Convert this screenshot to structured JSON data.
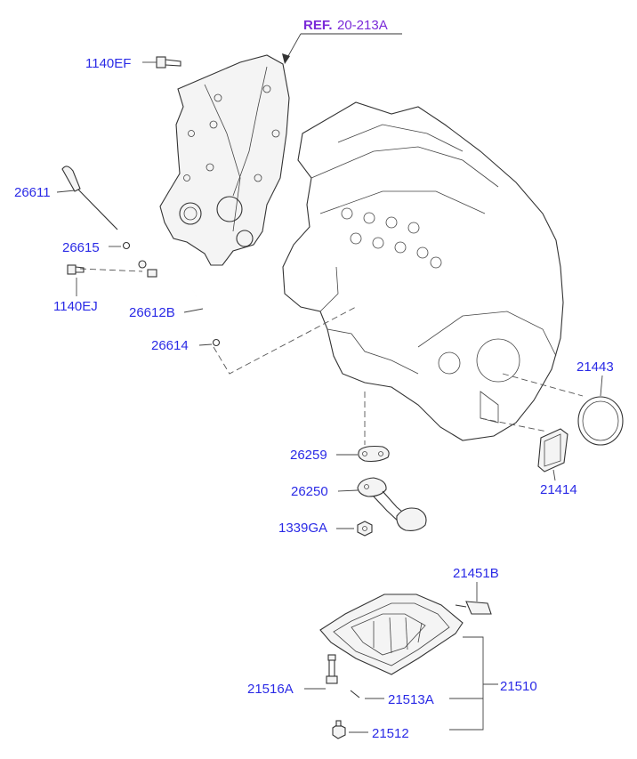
{
  "reference": {
    "prefix": "REF.",
    "code": "20-213A"
  },
  "labels": {
    "p1140EF": "1140EF",
    "p26611": "26611",
    "p26615": "26615",
    "p1140EJ": "1140EJ",
    "p26612B": "26612B",
    "p26614": "26614",
    "p21443": "21443",
    "p26259": "26259",
    "p21414": "21414",
    "p26250": "26250",
    "p1339GA": "1339GA",
    "p21451B": "21451B",
    "p21510": "21510",
    "p21516A": "21516A",
    "p21513A": "21513A",
    "p21512": "21512"
  },
  "colors": {
    "label": "#2a2ae6",
    "reference": "#7a2ad8",
    "line_art": "#333333"
  }
}
